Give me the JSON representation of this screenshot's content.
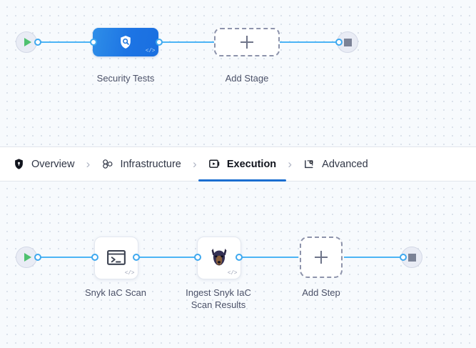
{
  "stage_pipeline": {
    "start_node": {
      "icon": "play-icon",
      "name": "pipeline-start"
    },
    "end_node": {
      "icon": "stop-icon",
      "name": "pipeline-end"
    },
    "nodes": [
      {
        "label": "Security Tests",
        "icon": "shield-search-icon",
        "badge": "</>",
        "type": "stage"
      },
      {
        "label": "Add Stage",
        "icon": "plus-icon",
        "type": "add"
      }
    ]
  },
  "tabs": [
    {
      "label": "Overview",
      "icon": "shield-icon",
      "active": false
    },
    {
      "label": "Infrastructure",
      "icon": "cluster-nodes-icon",
      "active": false
    },
    {
      "label": "Execution",
      "icon": "play-box-icon",
      "active": true
    },
    {
      "label": "Advanced",
      "icon": "gear-box-icon",
      "active": false
    }
  ],
  "tab_separator": "›",
  "step_pipeline": {
    "start_node": {
      "icon": "play-icon",
      "name": "pipeline-start"
    },
    "end_node": {
      "icon": "stop-icon",
      "name": "pipeline-end"
    },
    "nodes": [
      {
        "label": "Snyk IaC Scan",
        "icon": "terminal-icon",
        "badge": "</>",
        "type": "step"
      },
      {
        "label": "Ingest Snyk IaC\nScan Results",
        "icon": "snyk-doberman-icon",
        "badge": "</>",
        "type": "step"
      },
      {
        "label": "Add Step",
        "icon": "plus-icon",
        "type": "add"
      }
    ]
  },
  "colors": {
    "canvas_background": "#f7fafd",
    "grid_dot": "#d6dde8",
    "edge": "#4cb4f5",
    "port_stroke": "#3ea8ef",
    "stage_gradient_from": "#2e8ee8",
    "stage_gradient_to": "#1a6fe0",
    "active_tab_underline": "#1b6ed0",
    "start_play": "#4ec16f",
    "stop_square": "#7b8296",
    "dashed_border": "#8d93ab",
    "label_text": "#4b5168"
  }
}
